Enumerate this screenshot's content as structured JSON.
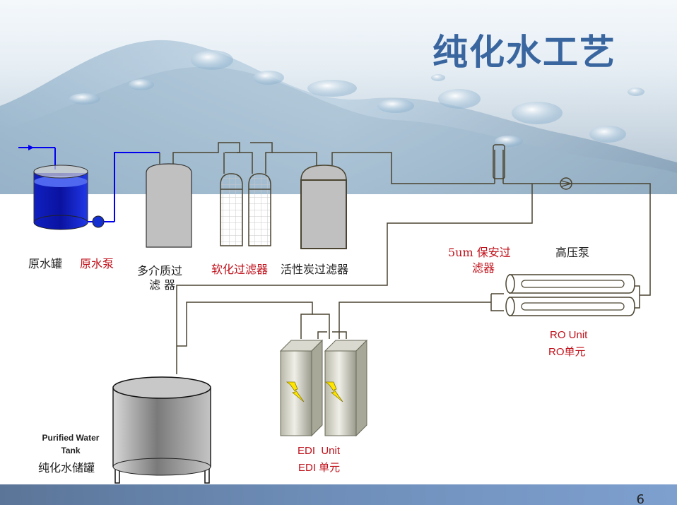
{
  "title": "纯化水工艺",
  "page_number": "6",
  "colors": {
    "title": "#3a66a0",
    "label_red": "#c0101a",
    "pipe": "#4a4430",
    "inlet_pipe": "#0000ee",
    "water": "#1a28d8"
  },
  "components": {
    "raw_water_tank": {
      "label": "原水罐"
    },
    "raw_water_pump": {
      "label": "原水泵"
    },
    "multimedia_filter": {
      "label_line1": "多介质过",
      "label_line2": "滤 器"
    },
    "softener_filter": {
      "label": "软化过滤器"
    },
    "carbon_filter": {
      "label": "活性炭过滤器"
    },
    "security_filter": {
      "label_line1": "5um 保安过",
      "label_line2": "滤器"
    },
    "high_pressure_pump": {
      "label": "高压泵"
    },
    "ro_unit": {
      "label_en": "RO Unit",
      "label_cn": "RO单元"
    },
    "edi_unit": {
      "label_en": "EDI  Unit",
      "label_cn": "EDI 单元"
    },
    "purified_tank": {
      "label_en_line1": "Purified Water",
      "label_en_line2": "Tank",
      "label_cn": "纯化水储罐"
    }
  },
  "icons": {
    "edi_power": "lightning-bolt-icon",
    "pump": "pump-icon",
    "inlet": "arrow-right-icon"
  }
}
